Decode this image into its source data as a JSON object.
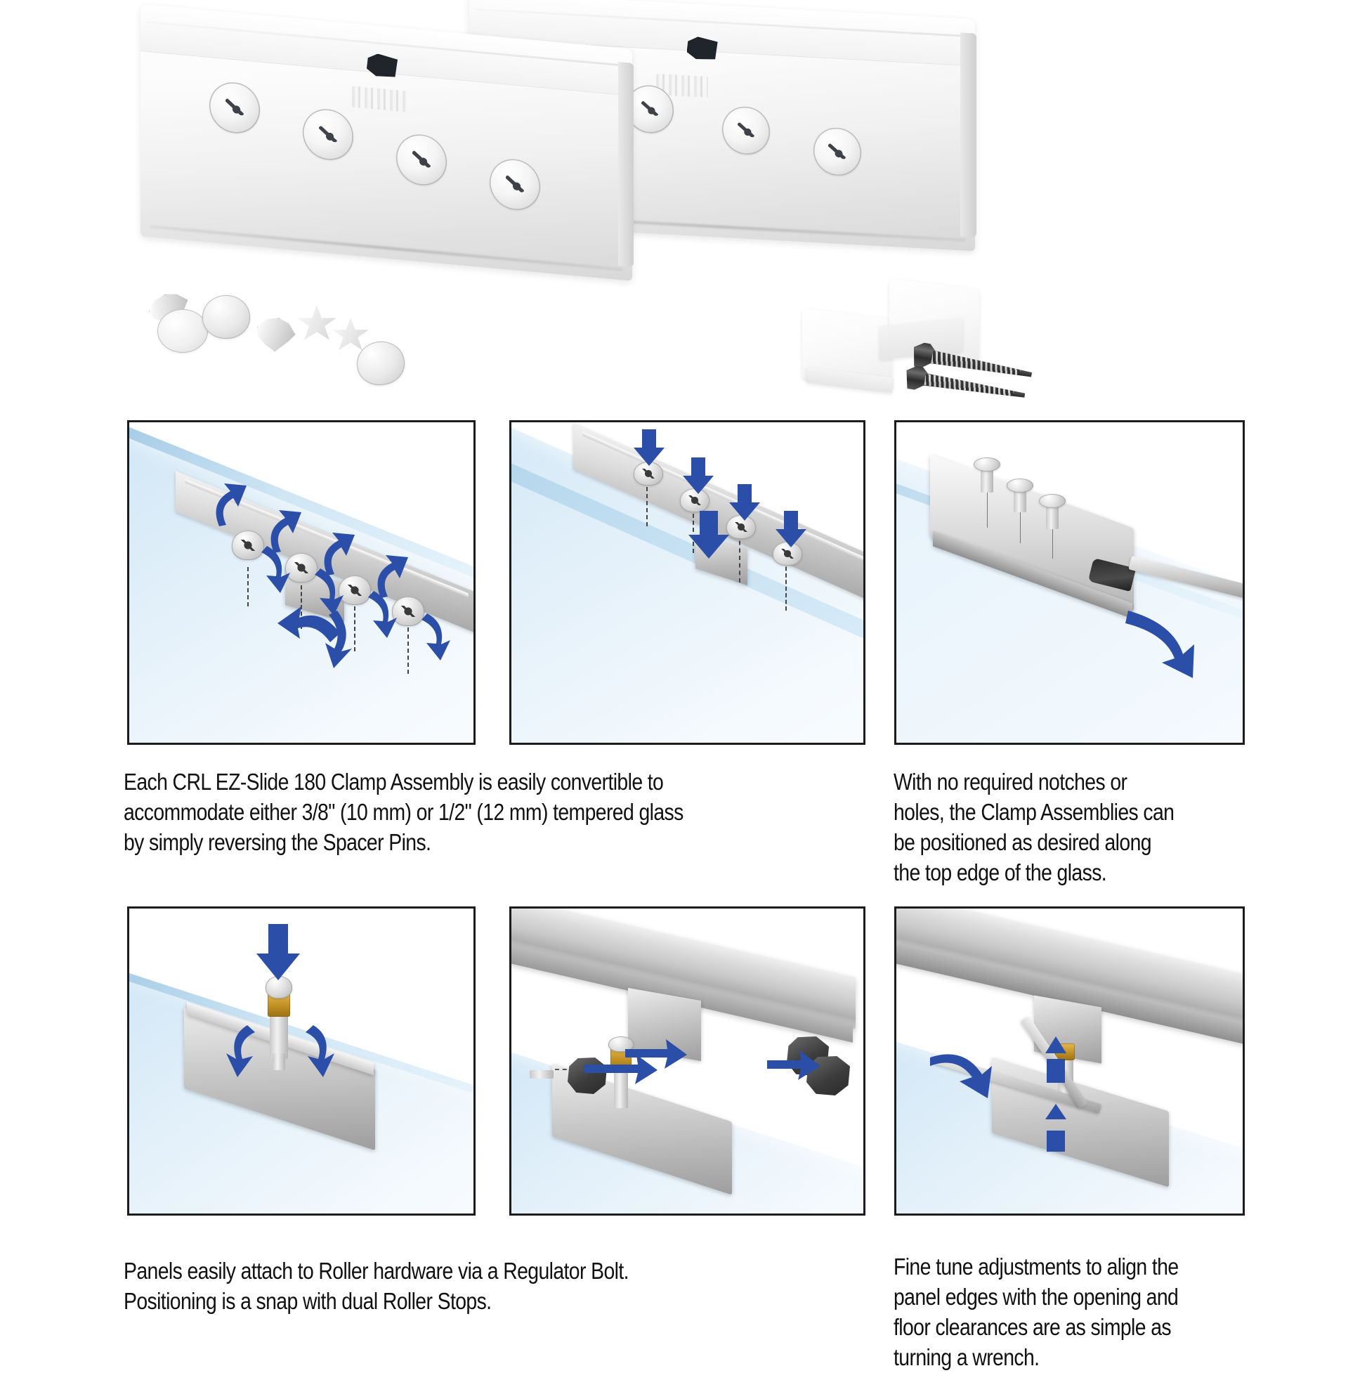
{
  "document": {
    "product_name": "CRL EZ-Slide 180",
    "type": "installation-feature-sheet"
  },
  "hero": {
    "alt": "Two white EZ-Slide 180 clamp assembly housings with loose mounting hardware",
    "housings": [
      {
        "name": "clamp-housing-front",
        "screw_caps": 4
      },
      {
        "name": "clamp-housing-rear",
        "screw_caps": 3
      }
    ],
    "hardware_left": [
      "spacer-pin",
      "washer-disc",
      "dome-cap",
      "hex-bolt",
      "star-washer",
      "gasket"
    ],
    "hardware_right": [
      "end-cap-cover-left",
      "end-cap-cover-right",
      "mounting-screw",
      "mounting-screw"
    ]
  },
  "panels": [
    {
      "id": "panel-spacer-pins",
      "alt": "Spacer pins being reversed and dropped into the clamp rail on tempered glass",
      "parts": [
        "spacer-pin",
        "clamp-rail",
        "tempered-glass"
      ],
      "arrow_count": 5
    },
    {
      "id": "panel-screws-install",
      "alt": "Screws being driven down into the clamp assembly seated on the glass edge",
      "parts": [
        "screw",
        "clamp-rail",
        "tempered-glass"
      ],
      "arrow_count": 5
    },
    {
      "id": "panel-positioning",
      "alt": "Clamp assembly plate with screws and a wrench, positioned along the top edge of the glass",
      "parts": [
        "clamp-plate",
        "screw",
        "hex-wrench",
        "tempered-glass"
      ],
      "arrow_count": 1
    },
    {
      "id": "panel-regulator-bolt",
      "alt": "Regulator bolt lowering and rotating into the clamp assembly on the glass panel",
      "parts": [
        "regulator-bolt",
        "clamp-assembly",
        "tempered-glass"
      ],
      "arrow_count": 3
    },
    {
      "id": "panel-roller-hardware",
      "alt": "Header track with roller hardware, regulator bolt and dual roller stops",
      "parts": [
        "header-track",
        "roller",
        "regulator-bolt",
        "roller-stop",
        "clamp-assembly"
      ],
      "arrow_count": 3
    },
    {
      "id": "panel-fine-tune",
      "alt": "Wrench fine tuning the panel height adjustment at the roller connection",
      "parts": [
        "header-track",
        "roller",
        "wrench",
        "clamp-assembly",
        "tempered-glass"
      ],
      "arrow_count": 3
    }
  ],
  "captions": {
    "spacer_pins": "Each CRL EZ-Slide 180 Clamp Assembly is easily convertible to\naccommodate either 3/8\" (10 mm) or 1/2\" (12 mm) tempered glass\nby simply reversing the Spacer Pins.",
    "positioning": "With no required notches or\nholes, the Clamp Assemblies can\nbe positioned as desired along\nthe top edge of the glass.",
    "regulator_bolt": "Panels easily attach to Roller hardware via a Regulator Bolt.\nPositioning is a snap with dual Roller Stops.",
    "fine_tune": "Fine tune adjustments to align the\npanel edges with the opening and\nfloor clearances are as simple as\nturning a wrench."
  },
  "colors": {
    "arrow_blue": "#2b4ea8",
    "glass_blue": "#cde4f4",
    "panel_border": "#1c1c1c",
    "metal_gray": "#c4c4c4",
    "gold_band": "#c08f22",
    "text": "#111111"
  }
}
